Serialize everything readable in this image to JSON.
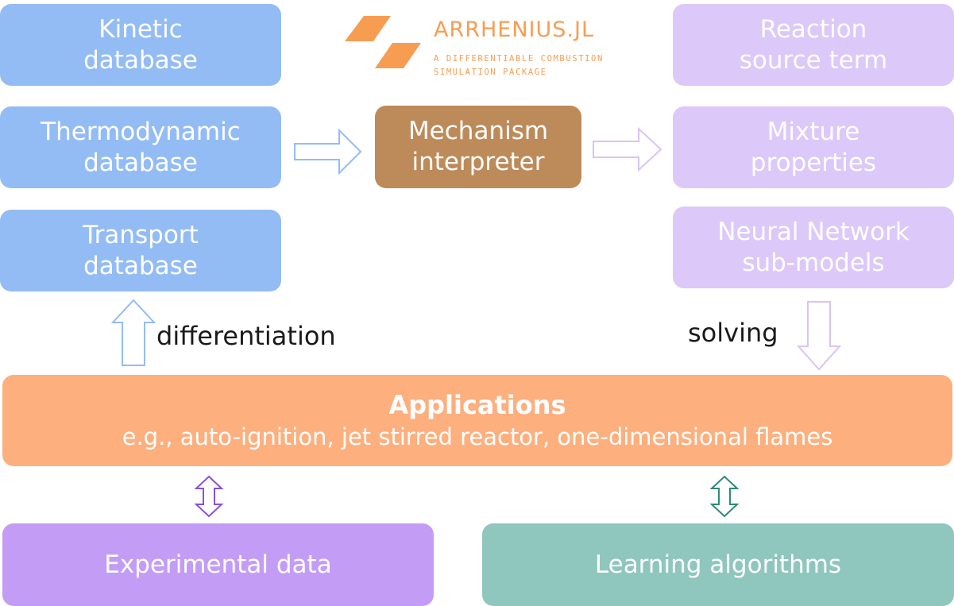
{
  "logo": {
    "title": "ARRHENIUS.JL",
    "subtitle_line1": "A DIFFERENTIABLE COMBUSTION",
    "subtitle_line2": "SIMULATION PACKAGE",
    "color": "#f79d52"
  },
  "databases": [
    {
      "line1": "Kinetic",
      "line2": "database"
    },
    {
      "line1": "Thermodynamic",
      "line2": "database"
    },
    {
      "line1": "Transport",
      "line2": "database"
    }
  ],
  "interpreter": {
    "line1": "Mechanism",
    "line2": "interpreter"
  },
  "outputs": [
    {
      "line1": "Reaction",
      "line2": "source term"
    },
    {
      "line1": "Mixture",
      "line2": "properties"
    },
    {
      "line1": "Neural Network",
      "line2": "sub-models"
    }
  ],
  "edge_labels": {
    "differentiation": "differentiation",
    "solving": "solving"
  },
  "applications": {
    "title": "Applications",
    "subtitle": "e.g., auto-ignition, jet stirred reactor, one-dimensional flames"
  },
  "bottom": {
    "experimental": "Experimental data",
    "learning": "Learning algorithms"
  },
  "colors": {
    "database": "#93bcf5",
    "output": "#dcc8f9",
    "interpreter": "#bd8a5a",
    "applications": "#fdaf7e",
    "experimental": "#c39cf6",
    "learning": "#8fc6bd",
    "arrow_blue": "#93bcf5",
    "arrow_lavender": "#d9c3f7",
    "arrow_purple": "#8a4fe0",
    "arrow_teal": "#2e8a7a"
  }
}
